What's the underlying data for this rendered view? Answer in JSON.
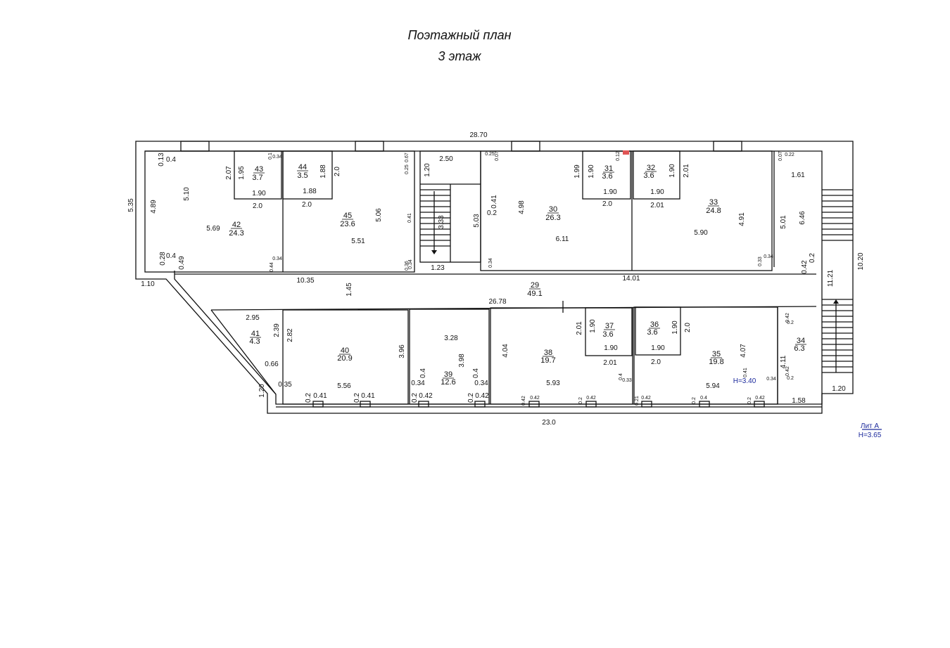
{
  "title": "Поэтажный план",
  "floor": "3 этаж",
  "colors": {
    "lines": "#111111",
    "marker": "#1c2a9c",
    "highlight": "#e05555"
  },
  "rooms": [
    {
      "num": "42",
      "area": "24.3"
    },
    {
      "num": "43",
      "area": "3.7"
    },
    {
      "num": "44",
      "area": "3.5"
    },
    {
      "num": "45",
      "area": "23.6"
    },
    {
      "num": "30",
      "area": "26.3"
    },
    {
      "num": "31",
      "area": "3.6"
    },
    {
      "num": "32",
      "area": "3.6"
    },
    {
      "num": "33",
      "area": "24.8"
    },
    {
      "num": "29",
      "area": "49.1"
    },
    {
      "num": "41",
      "area": "4.3"
    },
    {
      "num": "40",
      "area": "20.9"
    },
    {
      "num": "39",
      "area": "12.6"
    },
    {
      "num": "38",
      "area": "19.7"
    },
    {
      "num": "37",
      "area": "3.6"
    },
    {
      "num": "36",
      "area": "3.6"
    },
    {
      "num": "35",
      "area": "19.8"
    },
    {
      "num": "34",
      "area": "6.3"
    }
  ],
  "dimensions": {
    "top_total": "28.70",
    "left_total": "5.35",
    "right_total": "10.20",
    "bottom_total": "23.0",
    "corr_len": "26.78",
    "corr_left": "10.35",
    "corr_right": "14.01",
    "corr_w": "1.45",
    "stair_right_h": "11.21",
    "stair_right_w": "1.20",
    "left_step": "1.10",
    "low_left": "1.20",
    "d_013": "0.13",
    "d_04a": "0.4",
    "d_489": "4.89",
    "d_510": "5.10",
    "d_569": "5.69",
    "d_028": "0.28",
    "d_04b": "0.4",
    "d_049": "0.49",
    "d_207": "2.07",
    "d_195": "1.95",
    "d_190a": "1.90",
    "d_20a": "2.0",
    "d_188a": "1.88",
    "d_188b": "1.88",
    "d_20b": "2.0",
    "d_20c": "2.0",
    "d_506": "5.06",
    "d_551": "5.51",
    "d_250": "2.50",
    "d_120": "1.20",
    "d_333": "3.33",
    "d_123": "1.23",
    "d_041": "0.41",
    "d_02a": "0.2",
    "d_503": "5.03",
    "d_498": "4.98",
    "d_199": "1.99",
    "d_190b": "1.90",
    "d_190c": "1.90",
    "d_20d": "2.0",
    "d_611": "6.11",
    "d_190d": "1.90",
    "d_201a": "2.01",
    "d_190e": "1.90",
    "d_201b": "2.01",
    "d_491": "4.91",
    "d_590": "5.90",
    "d_161": "1.61",
    "d_646": "6.46",
    "d_501": "5.01",
    "d_042": "0.42",
    "d_02b": "0.2",
    "d_295": "2.95",
    "d_239": "2.39",
    "d_066": "0.66",
    "d_282": "2.82",
    "d_035": "0.35",
    "d_556": "5.56",
    "d_041b": "0.41",
    "d_041c": "0.41",
    "d_02c": "0.2",
    "d_02d": "0.2",
    "d_396": "3.96",
    "d_328": "3.28",
    "d_398": "3.98",
    "d_04c": "0.4",
    "d_04d": "0.4",
    "d_034a": "0.34",
    "d_034b": "0.34",
    "d_042a": "0.42",
    "d_042b": "0.42",
    "d_02e": "0.2",
    "d_02f": "0.2",
    "d_404": "4.04",
    "d_201c": "2.01",
    "d_190f": "1.90",
    "d_190g": "1.90",
    "d_201d": "2.01",
    "d_593": "5.93",
    "d_190h": "1.90",
    "d_20e": "2.0",
    "d_190i": "1.90",
    "d_20f": "2.0",
    "d_407": "4.07",
    "d_594": "5.94",
    "d_411": "4.11",
    "d_158": "1.58"
  },
  "small_marks": {
    "s1": "0.34",
    "s2": "0.44",
    "s3": "0.34",
    "s4": "0.1",
    "s5": "0.34",
    "s6": "0.67",
    "s7": "0.25",
    "s8": "0.41",
    "s9": "0.36",
    "s10": "0.25",
    "s11": "0.07",
    "s12": "0.12",
    "s13": "0.34",
    "s14": "0.33",
    "s15": "0.34",
    "s16": "0.07",
    "s17": "0.22",
    "s18": "0.42",
    "s19": "0.2",
    "s20": "0.42",
    "s21": "0.2",
    "s22": "0.4",
    "s23": "0.33",
    "s24": "0.42",
    "s25": "0.41",
    "s26": "0.34",
    "s27": "0.2",
    "s28": "0.42",
    "s29": "0.2",
    "s30": "0.42",
    "s31": "0.21",
    "s32": "0.42",
    "s33": "0.2",
    "s34": "0.4",
    "s35": "0.2",
    "s36": "0.42",
    "s37": "0.2"
  },
  "markers": {
    "h_floor": "H=3.40",
    "lit": "Лит А",
    "h_lit": "H=3.65"
  }
}
